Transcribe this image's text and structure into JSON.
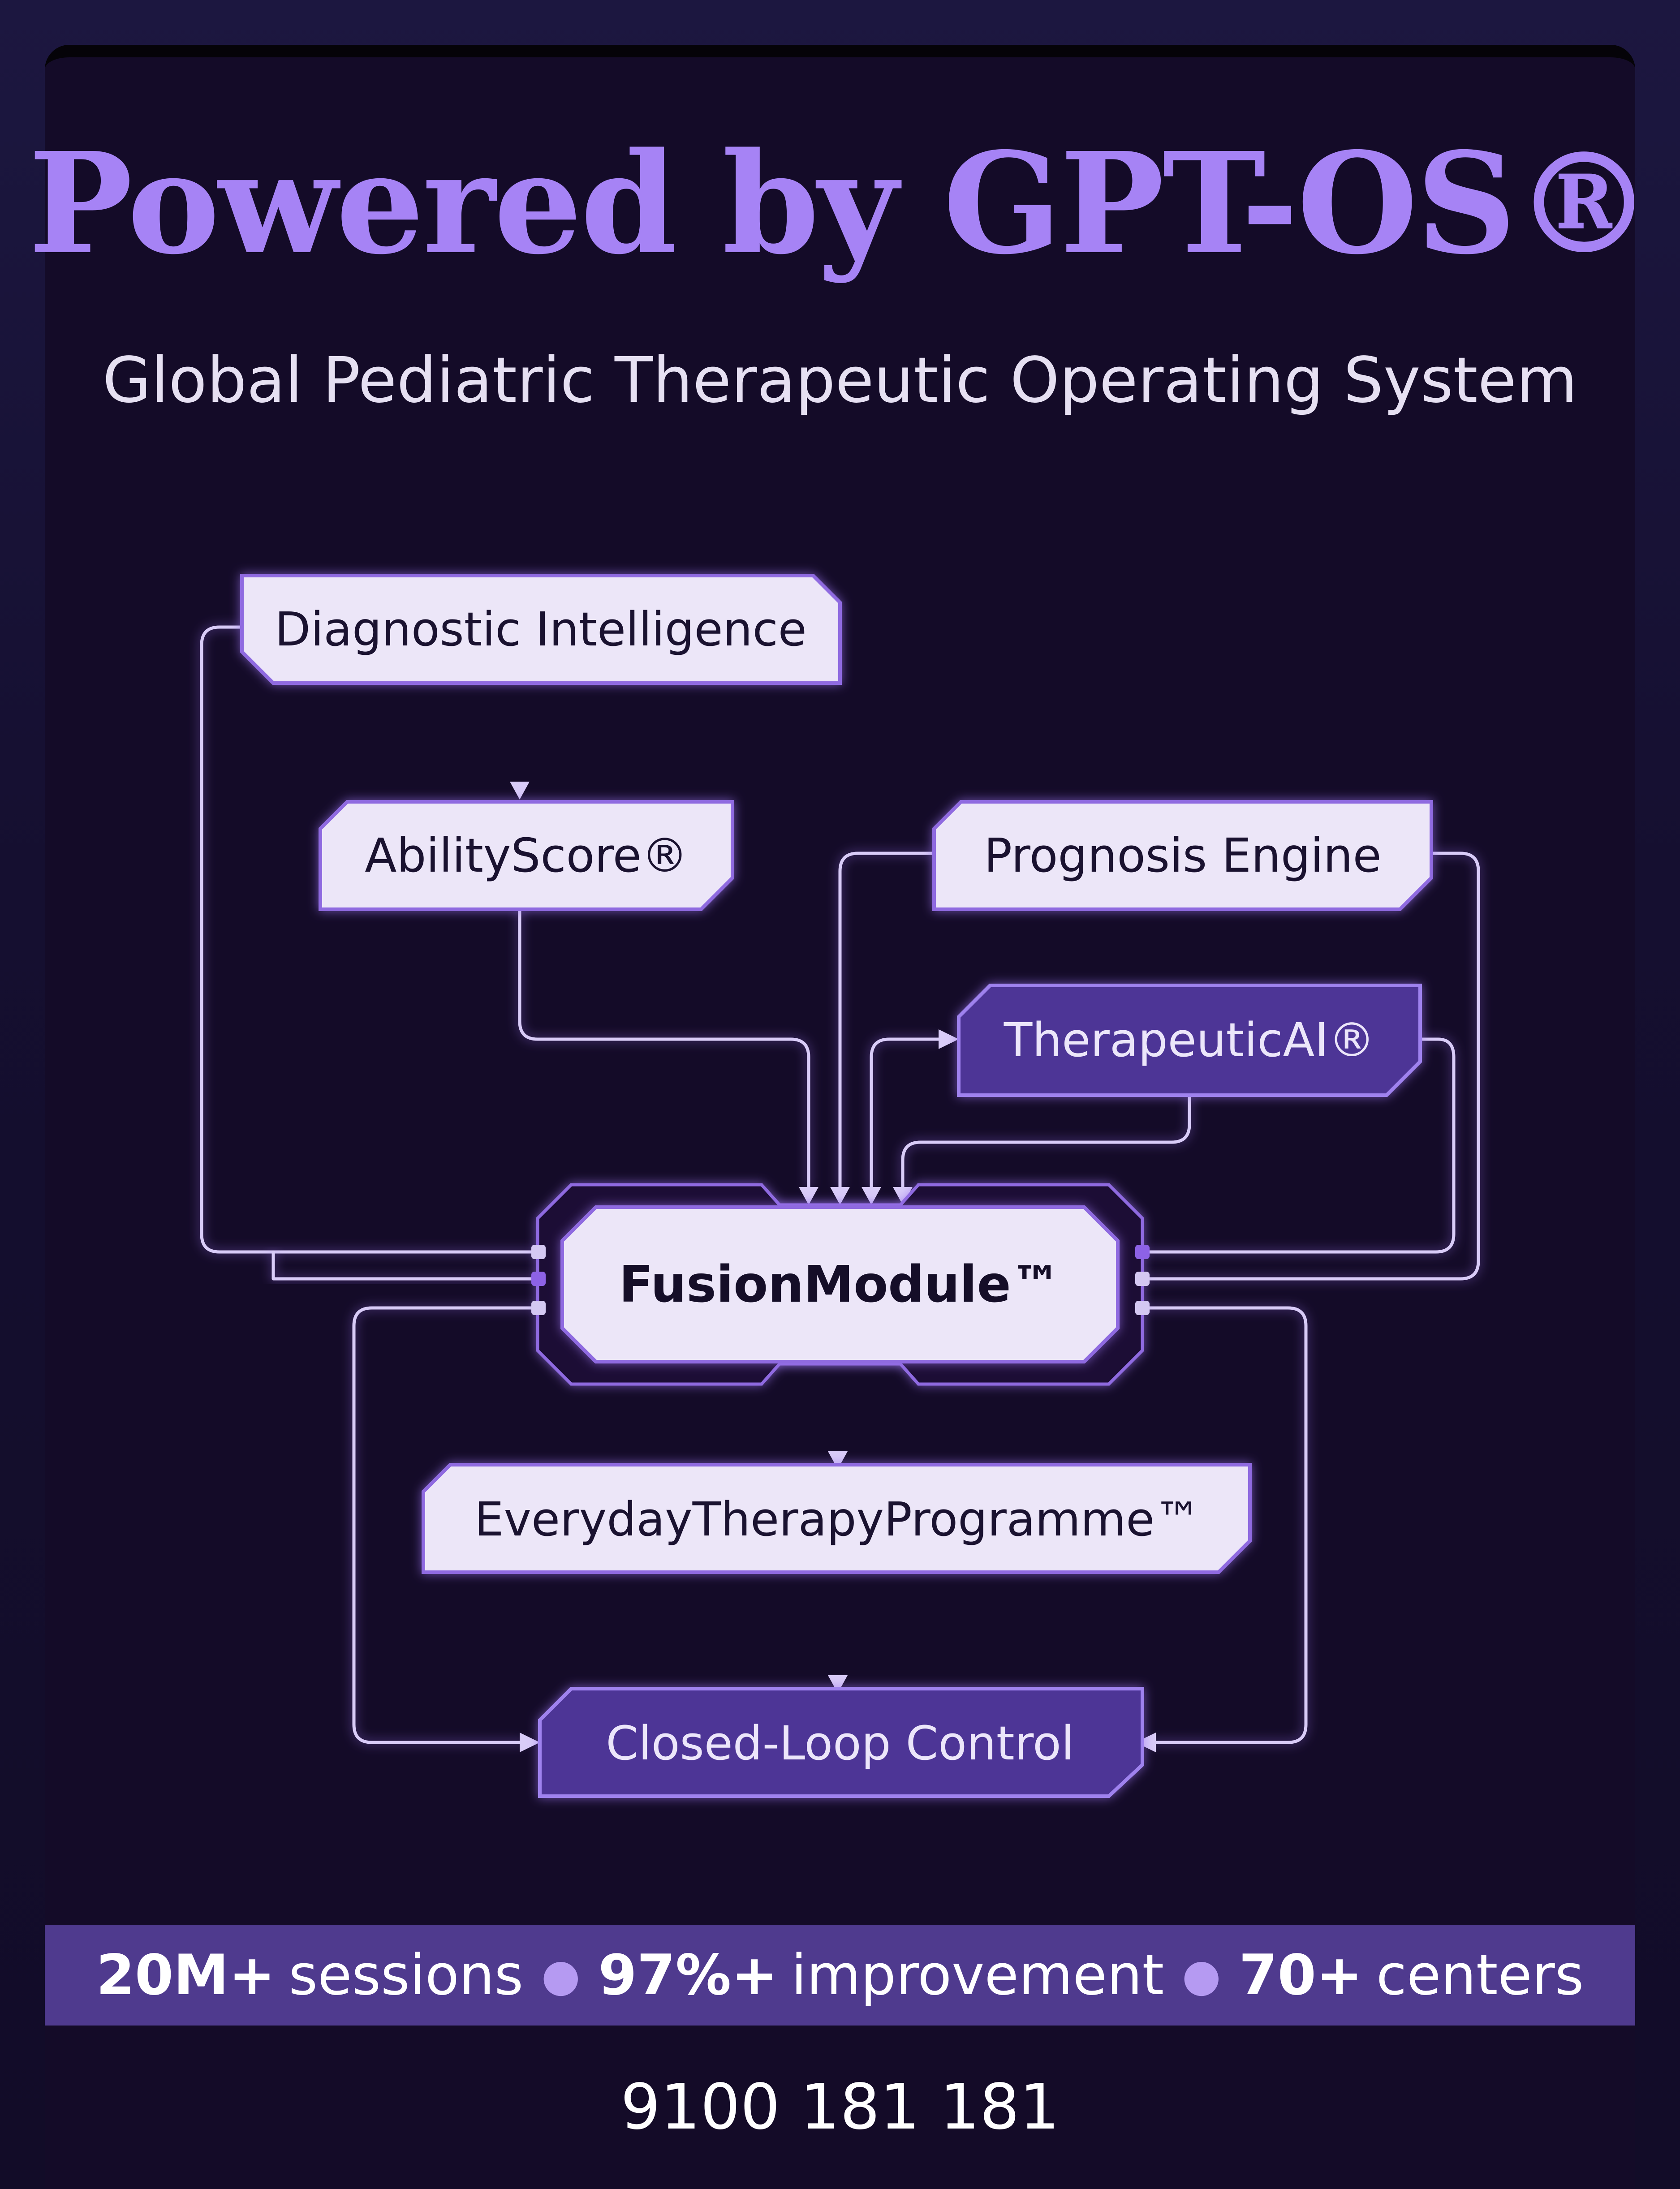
{
  "header": {
    "title": "Powered by GPT-OS®",
    "subtitle": "Global Pediatric Therapeutic Operating System"
  },
  "diagram": {
    "nodes": {
      "diagnostic": "Diagnostic Intelligence",
      "ability": "AbilityScore®",
      "prognosis": "Prognosis Engine",
      "therapeutic": "TherapeuticAI®",
      "fusion": "FusionModule™",
      "everyday": "EverydayTherapyProgramme™",
      "closedloop": "Closed-Loop Control"
    }
  },
  "stats": [
    {
      "value": "20M+",
      "label": "sessions"
    },
    {
      "value": "97%+",
      "label": "improvement"
    },
    {
      "value": "70+",
      "label": "centers"
    }
  ],
  "footer": {
    "phone": "9100 181 181"
  },
  "colors": {
    "accent": "#a683f5",
    "background": "#140b28",
    "stats_band": "#4f3a8e"
  }
}
